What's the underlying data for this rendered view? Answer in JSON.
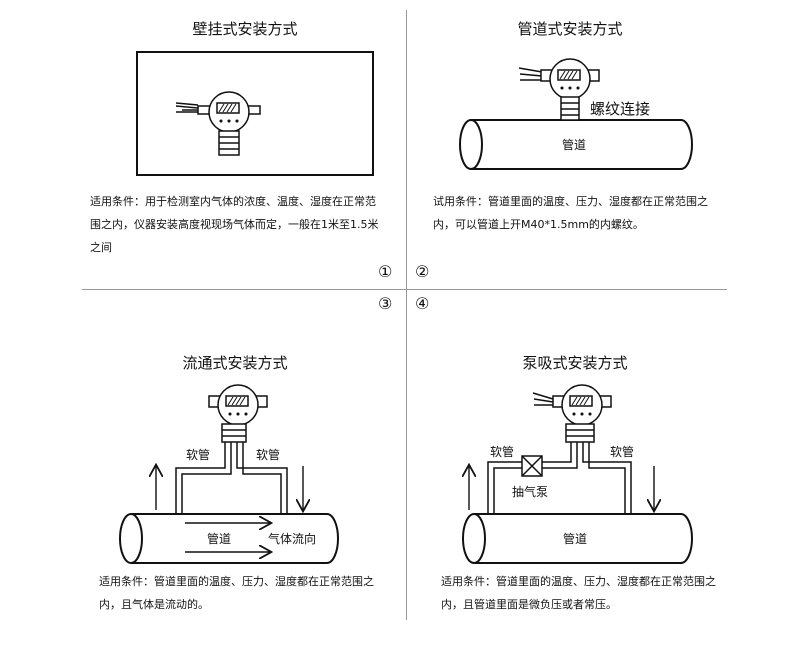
{
  "panels": [
    {
      "title": "壁挂式安装方式",
      "note": "适用条件：用于检测室内气体的浓度、温度、湿度在正常范围之内，仪器安装高度视现场气体而定，一般在1米至1.5米之间"
    },
    {
      "title": "管道式安装方式",
      "note": "试用条件：管道里面的温度、压力、湿度都在正常范围之内，可以管道上开M40*1.5mm的内螺纹。",
      "labels": {
        "thread": "螺纹连接",
        "pipe": "管道"
      }
    },
    {
      "title": "流通式安装方式",
      "note": "适用条件：管道里面的温度、压力、湿度都在正常范围之内，且气体是流动的。",
      "labels": {
        "hose_left": "软管",
        "hose_right": "软管",
        "pipe": "管道",
        "flow": "气体流向"
      }
    },
    {
      "title": "泵吸式安装方式",
      "note": "适用条件：管道里面的温度、压力、湿度都在正常范围之内，且管道里面是微负压或者常压。",
      "labels": {
        "hose_left": "软管",
        "hose_right": "软管",
        "pump": "抽气泵",
        "pipe": "管道"
      }
    }
  ],
  "markers": [
    "①",
    "②",
    "③",
    "④"
  ]
}
